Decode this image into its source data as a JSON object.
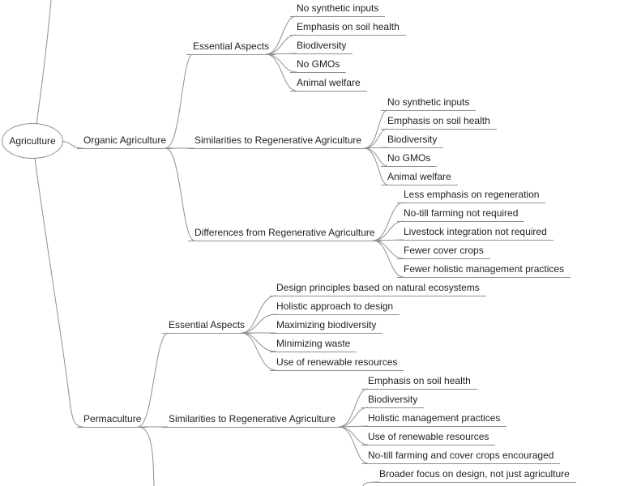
{
  "mindmap": {
    "root": {
      "label": "Agriculture"
    },
    "branches": [
      {
        "label": "Organic Agriculture",
        "children": [
          {
            "label": "Essential Aspects",
            "leaves": [
              "No synthetic inputs",
              "Emphasis on soil health",
              "Biodiversity",
              "No GMOs",
              "Animal welfare"
            ]
          },
          {
            "label": "Similarities to Regenerative Agriculture",
            "leaves": [
              "No synthetic inputs",
              "Emphasis on soil health",
              "Biodiversity",
              "No GMOs",
              "Animal welfare"
            ]
          },
          {
            "label": "Differences from Regenerative Agriculture",
            "leaves": [
              "Less emphasis on regeneration",
              "No-till farming not required",
              "Livestock integration not required",
              "Fewer cover crops",
              "Fewer holistic management practices"
            ]
          }
        ]
      },
      {
        "label": "Permaculture",
        "children": [
          {
            "label": "Essential Aspects",
            "leaves": [
              "Design principles based on natural ecosystems",
              "Holistic approach to design",
              "Maximizing biodiversity",
              "Minimizing waste",
              "Use of renewable resources"
            ]
          },
          {
            "label": "Similarities to Regenerative Agriculture",
            "leaves": [
              "Emphasis on soil health",
              "Biodiversity",
              "Holistic management practices",
              "Use of renewable resources",
              "No-till farming and cover crops encouraged"
            ]
          },
          {
            "label": "",
            "leaves": [
              "Broader focus on design, not just agriculture"
            ]
          }
        ]
      }
    ],
    "colors": {
      "line": "#8f8f8f",
      "text": "#1f1f1f",
      "background": "#ffffff"
    }
  }
}
